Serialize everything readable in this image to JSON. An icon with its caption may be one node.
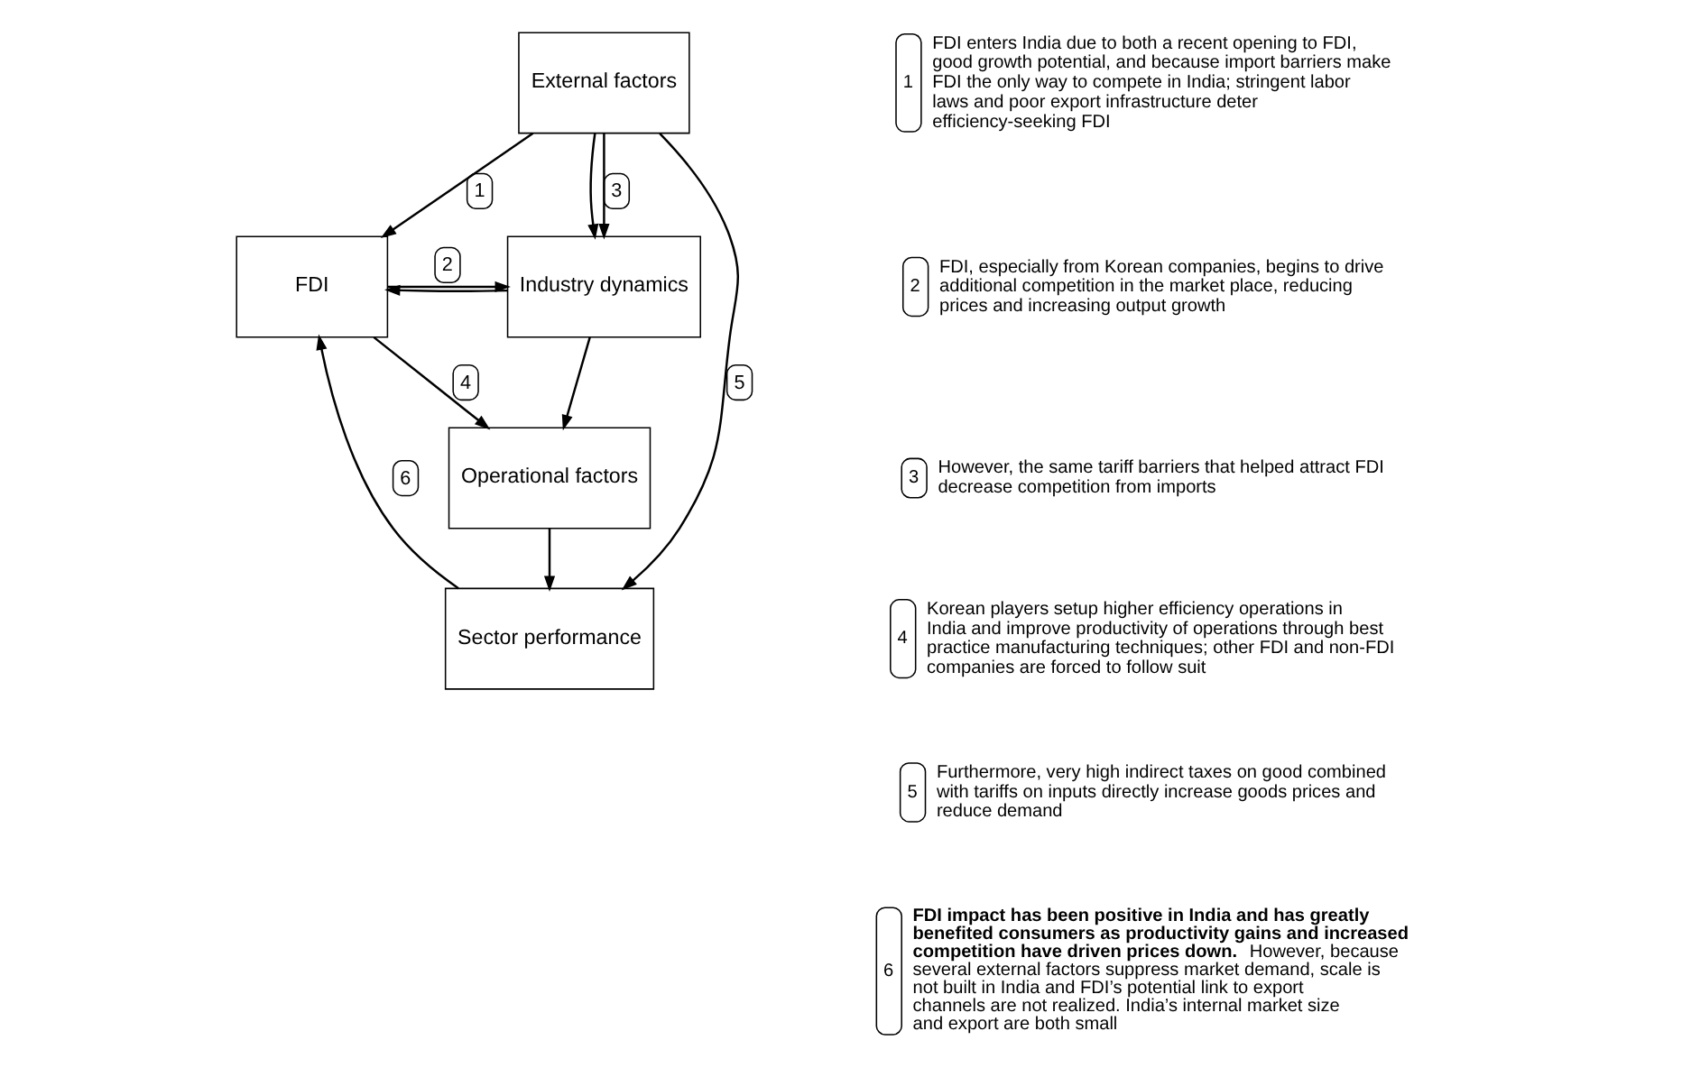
{
  "diagram": {
    "nodes": [
      {
        "text": [
          "External factors"
        ]
      },
      {
        "text": [
          "FDI"
        ]
      },
      {
        "text": [
          "Industry dynamics"
        ]
      },
      {
        "text": [
          "Operational factors"
        ]
      },
      {
        "text": [
          "Sector performance"
        ]
      }
    ],
    "edges": [
      {
        "from": 0,
        "to": 1,
        "arrow": "to",
        "label": "1"
      },
      {
        "from": 0,
        "to": 2,
        "arrow": "to"
      },
      {
        "from": 0,
        "to": 2,
        "arrow": "to",
        "label": "3"
      },
      {
        "from": 2,
        "to": 1,
        "arrow": "to"
      },
      {
        "from": 1,
        "to": 2,
        "arrow": "to",
        "label": "2"
      },
      {
        "from": 2,
        "to": 3,
        "arrow": "to"
      },
      {
        "from": 0,
        "to": 4,
        "arrow": "to",
        "label": "5"
      },
      {
        "from": 1,
        "to": 3,
        "arrow": "to",
        "label": "4"
      },
      {
        "from": 3,
        "to": 4,
        "arrow": "to"
      },
      {
        "from": 4,
        "to": 1,
        "arrow": "to",
        "label": "6"
      }
    ],
    "labels": [
      "1",
      "FDI enters India due to both a recent opening to FDI, good growth potential, and because import barriers make FDI the only way to compete in India; stringent labor laws and poor export infrastructure deter efficiency-seeking FDI",
      "2",
      "FDI, especially from Korean companies, begins to drive additional competition in the market place, reducing prices and increasing output growth",
      "3",
      "However, the same tariff barriers that helped attract FDI decrease competition from imports",
      "4",
      "Korean players setup higher efficiency operations in India and improve productivity of operations through best practice manufacturing techniques; other FDI and non-FDI companies are forced to follow suit",
      "5",
      "Furthermore, very high indirect taxes on good combined with tariffs on inputs directly increase goods prices and reduce demand",
      "6",
      "**FDI impact has been positive in India and has greatly benefited consumers as productivity gains and increased competition have driven prices down.** However, because several external factors suppress market demand, scale is not built in India and FDI’s potential link to export channels are not realized.  India’s internal market size and export are both small"
    ]
  }
}
